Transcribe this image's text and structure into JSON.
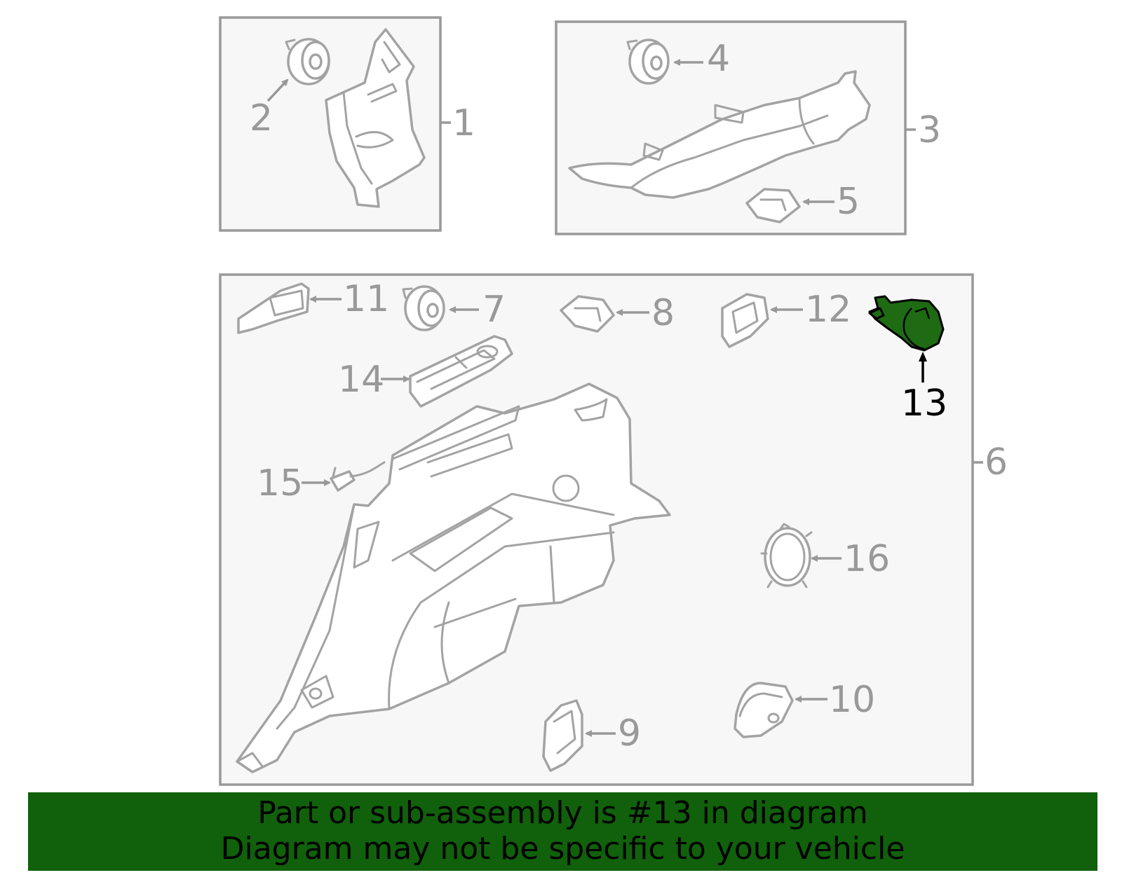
{
  "diagram": {
    "callouts": {
      "c1": "1",
      "c2": "2",
      "c3": "3",
      "c4": "4",
      "c5": "5",
      "c6": "6",
      "c7": "7",
      "c8": "8",
      "c9": "9",
      "c10": "10",
      "c11": "11",
      "c12": "12",
      "c13": "13",
      "c14": "14",
      "c15": "15",
      "c16": "16"
    },
    "highlighted_part": "13",
    "colors": {
      "highlight_fill": "#1e6b14",
      "banner_bg": "#11600b",
      "line_gray": "#999999",
      "panel_bg": "#f7f7f7"
    }
  },
  "banner": {
    "line1": "Part or sub-assembly is #13 in diagram",
    "line2": "Diagram may not be specific to your vehicle"
  }
}
